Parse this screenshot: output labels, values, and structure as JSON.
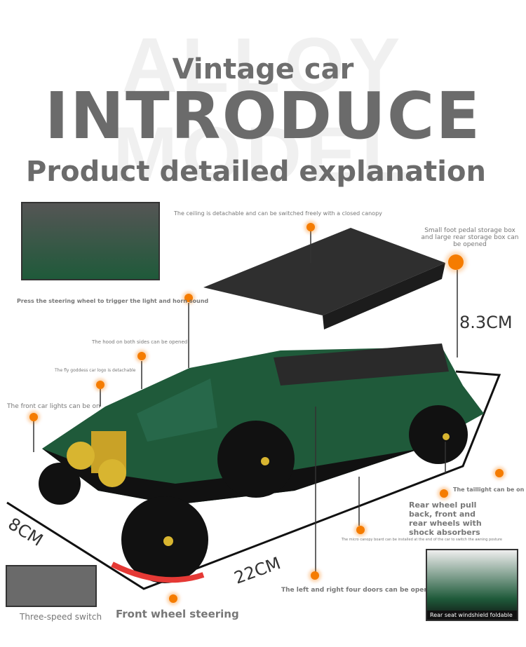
{
  "watermark": "ALLOY MODEL",
  "header": {
    "subtitle": "Vintage car",
    "title": "INTRODUCE",
    "heading": "Product detailed explanation"
  },
  "callouts": {
    "ceiling": "The ceiling is detachable and can be switched freely with a closed canopy",
    "storage": "Small foot pedal storage box and large rear storage box can be opened",
    "steering_wheel": "Press the steering wheel to trigger the light and horn sound",
    "hood": "The hood on both sides can be opened",
    "logo": "The fly goddess car logo is detachable",
    "front_lights": "The front car lights can be on",
    "taillight": "The taillight can be on",
    "rear_wheel": "Rear wheel pull back, front and rear wheels with shock absorbers",
    "canopy_board": "The micro canopy board can be installed at the end of the car to switch the awning posture",
    "doors": "The left and right four doors can be opened",
    "three_speed": "Three-speed switch",
    "front_steering": "Front wheel steering",
    "windshield": "Rear seat windshield foldable"
  },
  "dimensions": {
    "height": "8.3CM",
    "width": "8CM",
    "length": "22CM"
  },
  "colors": {
    "accent": "#f57c00",
    "body": "#1f5a3a",
    "text": "#6b6b6b"
  }
}
